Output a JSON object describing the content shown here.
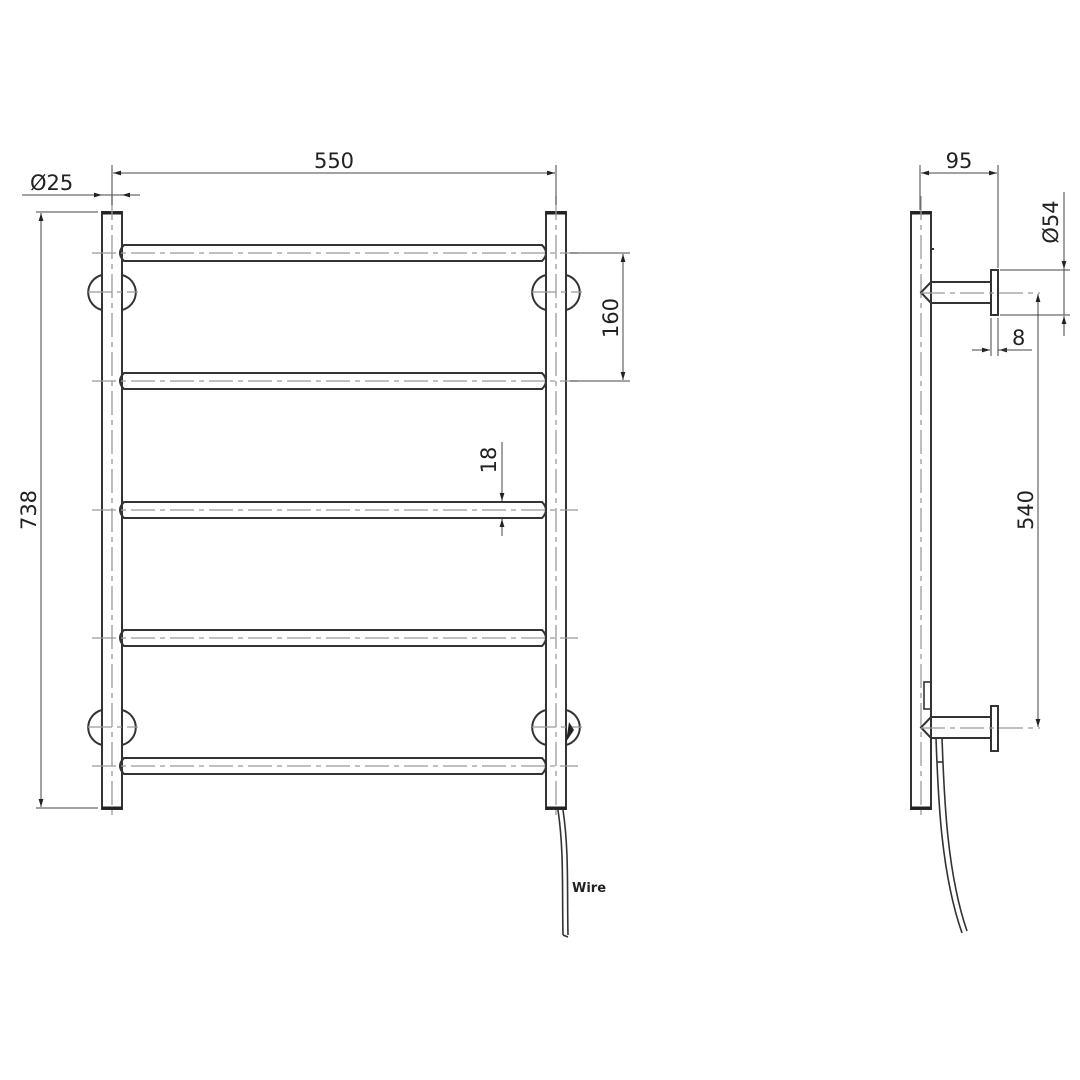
{
  "drawing": {
    "title": "Heated towel rail technical drawing",
    "front_view": {
      "dimensions": {
        "overall_width": "550",
        "tube_diameter": "Ø25",
        "overall_height": "738",
        "rail_spacing": "160",
        "rail_diameter": "18"
      },
      "rail_count": 5,
      "bracket_count": 4,
      "wire_label": "Wire"
    },
    "side_view": {
      "dimensions": {
        "projection_depth": "95",
        "bracket_diameter": "Ø54",
        "bracket_thickness": "8",
        "bracket_centres": "540"
      }
    },
    "colors": {
      "line": "#333333",
      "centerline": "#9a9a9a",
      "background": "#ffffff"
    }
  }
}
